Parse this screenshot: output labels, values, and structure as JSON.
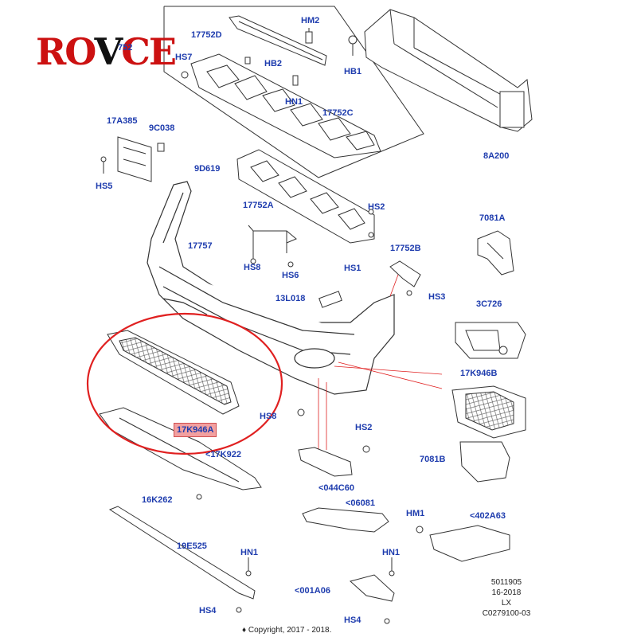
{
  "logo": {
    "text": "ROVCE",
    "part1": "RO",
    "part2": "V",
    "part3": "CE"
  },
  "labels": {
    "p17752D": "17752D",
    "p752": "752",
    "HM2": "HM2",
    "HS7": "HS7",
    "HB2": "HB2",
    "HN1_top": "HN1",
    "p17752C": "17752C",
    "HB1": "HB1",
    "p17A385": "17A385",
    "p9C038": "9C038",
    "HS5": "HS5",
    "p8A200": "8A200",
    "p9D619": "9D619",
    "p17752A": "17752A",
    "HS2_top": "HS2",
    "p7081A": "7081A",
    "p17757": "17757",
    "HS8_top": "HS8",
    "HS6": "HS6",
    "p17752B": "17752B",
    "HS1": "HS1",
    "p13L018": "13L018",
    "HS3": "HS3",
    "p3C726": "3C726",
    "p17K946B": "17K946B",
    "HS8_mid": "HS8",
    "p17K946A": "17K946A",
    "HS2_mid": "HS2",
    "p17K922": "<17K922",
    "p7081B": "7081B",
    "p16K262": "16K262",
    "p044C60": "<044C60",
    "p06081": "<06081",
    "HM1": "HM1",
    "p402A63": "<402A63",
    "p19E525": "19E525",
    "HN1_left": "HN1",
    "HN1_right": "HN1",
    "p001A06": "<001A06",
    "HS4_left": "HS4",
    "HS4_right": "HS4"
  },
  "info": {
    "line1": "5011905",
    "line2": "16-2018",
    "line3": "LX",
    "line4": "C0279100-03"
  },
  "copyright": "♦ Copyright, 2017 - 2018.",
  "colors": {
    "label": "#1e3cae",
    "highlight_circle": "#e02020",
    "highlight_box": "#f2a0a0",
    "logo_red": "#cc1111",
    "line": "#333333"
  }
}
